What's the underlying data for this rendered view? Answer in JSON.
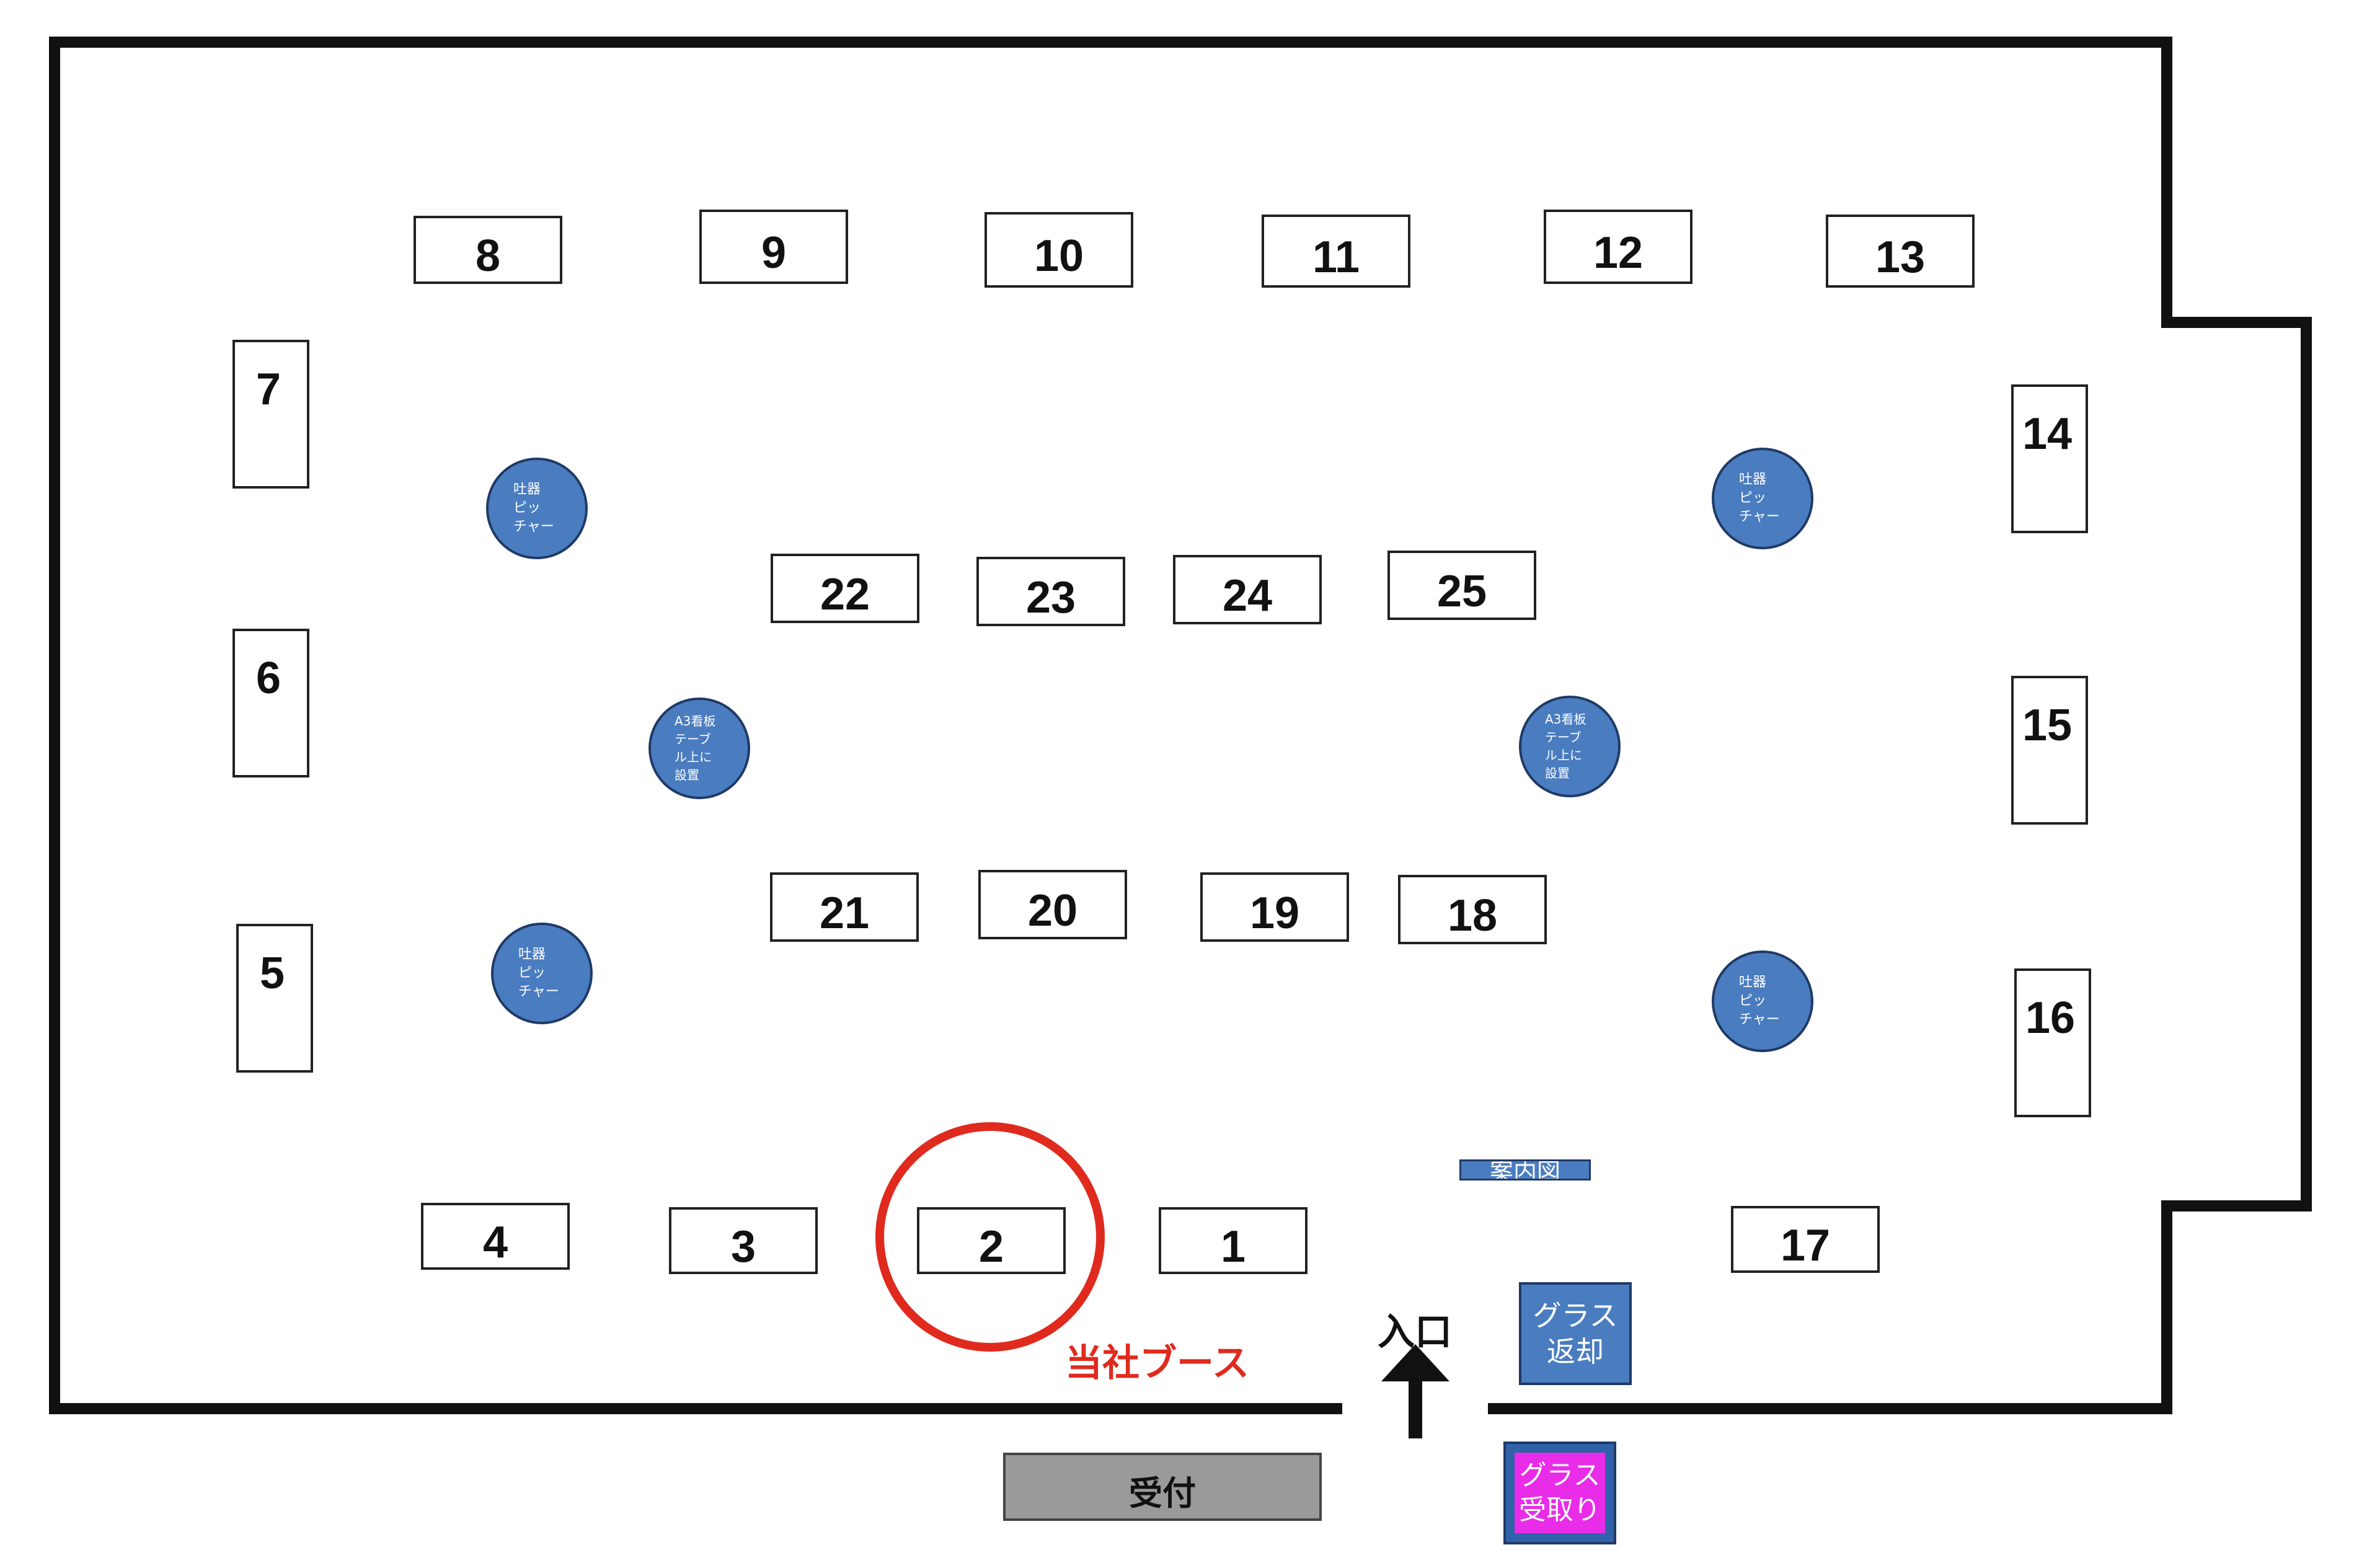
{
  "booths": [
    {
      "id": "booth-1",
      "label": "1"
    },
    {
      "id": "booth-2",
      "label": "2"
    },
    {
      "id": "booth-3",
      "label": "3"
    },
    {
      "id": "booth-4",
      "label": "4"
    },
    {
      "id": "booth-5",
      "label": "5"
    },
    {
      "id": "booth-6",
      "label": "6"
    },
    {
      "id": "booth-7",
      "label": "7"
    },
    {
      "id": "booth-8",
      "label": "8"
    },
    {
      "id": "booth-9",
      "label": "9"
    },
    {
      "id": "booth-10",
      "label": "10"
    },
    {
      "id": "booth-11",
      "label": "11"
    },
    {
      "id": "booth-12",
      "label": "12"
    },
    {
      "id": "booth-13",
      "label": "13"
    },
    {
      "id": "booth-14",
      "label": "14"
    },
    {
      "id": "booth-15",
      "label": "15"
    },
    {
      "id": "booth-16",
      "label": "16"
    },
    {
      "id": "booth-17",
      "label": "17"
    },
    {
      "id": "booth-18",
      "label": "18"
    },
    {
      "id": "booth-19",
      "label": "19"
    },
    {
      "id": "booth-20",
      "label": "20"
    },
    {
      "id": "booth-21",
      "label": "21"
    },
    {
      "id": "booth-22",
      "label": "22"
    },
    {
      "id": "booth-23",
      "label": "23"
    },
    {
      "id": "booth-24",
      "label": "24"
    },
    {
      "id": "booth-25",
      "label": "25"
    }
  ],
  "spittoon": {
    "lines": [
      "吐器",
      "ピッ",
      "チャー"
    ]
  },
  "sign_a3": {
    "lines": [
      "A3看板",
      "テーブ",
      "ル上に",
      "設置"
    ]
  },
  "guide_map": "案内図",
  "glass_return": {
    "lines": [
      "グラス",
      "返却"
    ]
  },
  "glass_pickup": {
    "lines": [
      "グラス",
      "受取り"
    ]
  },
  "reception": "受付",
  "entrance": "入口",
  "our_booth": "当社ブース",
  "colors": {
    "circle_blue": "#4a7cc0",
    "highlight_red": "#e02a1e",
    "magenta": "#e82ce8",
    "wall": "#111111",
    "reception_gray": "#9a9a9a"
  }
}
